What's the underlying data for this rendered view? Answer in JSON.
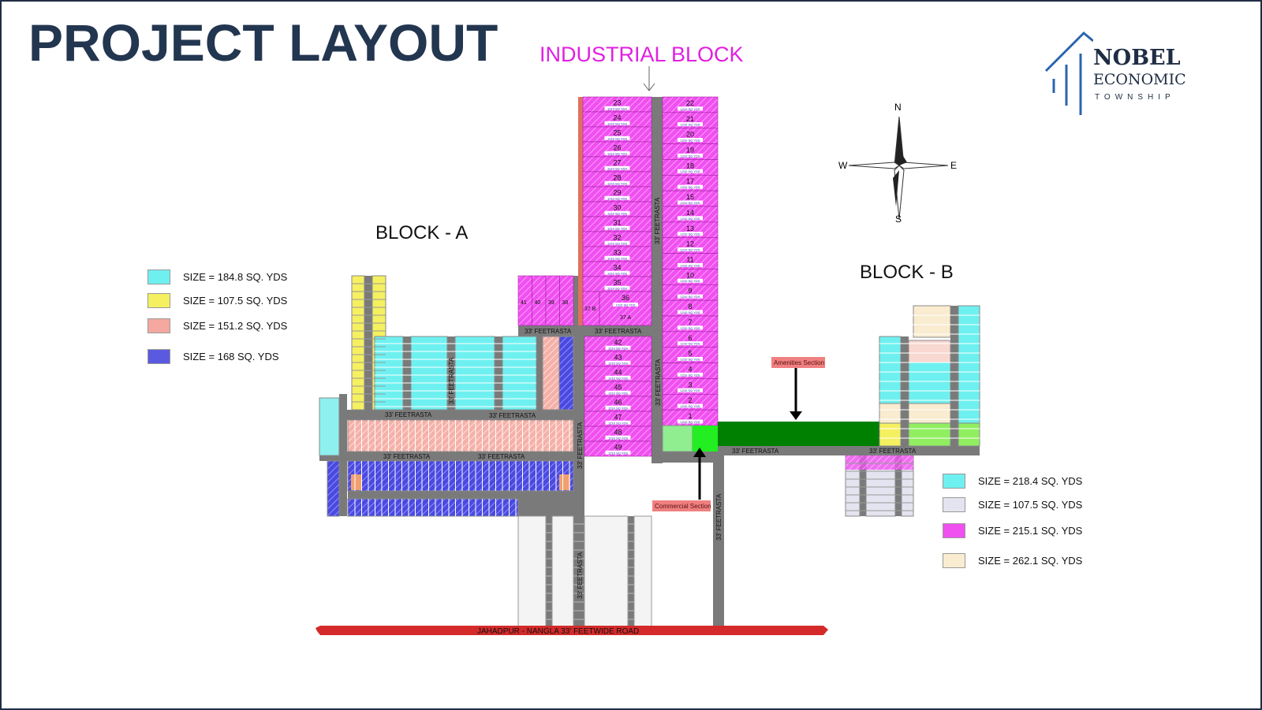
{
  "title": "PROJECT LAYOUT",
  "industrial_label": "INDUSTRIAL BLOCK",
  "block_a": "BLOCK - A",
  "block_b": "BLOCK - B",
  "logo": {
    "line1": "NOBEL",
    "line2": "ECONOMIC",
    "line3": "TOWNSHIP"
  },
  "compass": {
    "n": "N",
    "s": "S",
    "e": "E",
    "w": "W"
  },
  "legend_a": [
    {
      "label": "SIZE  =  184.8  SQ. YDS",
      "color": "#6ff0f0"
    },
    {
      "label": "SIZE = 107.5  SQ. YDS",
      "color": "#f5f060"
    },
    {
      "label": "SIZE = 151.2  SQ. YDS",
      "color": "#f5a8a0"
    },
    {
      "label": "SIZE = 168  SQ. YDS",
      "color": "#5a5ae0"
    }
  ],
  "legend_b": [
    {
      "label": "SIZE  =  218.4   SQ.  YDS",
      "color": "#6ff0f0"
    },
    {
      "label": "SIZE  = 107.5  SQ. YDS",
      "color": "#e4e4f0"
    },
    {
      "label": "SIZE = 215.1  SQ. YDS",
      "color": "#f050f0"
    },
    {
      "label": "SIZE = 262.1  SQ. YDS",
      "color": "#faecd0"
    }
  ],
  "industrial": {
    "left_upper": [
      "23",
      "24",
      "25",
      "26",
      "27",
      "28",
      "29",
      "30",
      "31",
      "32",
      "33",
      "34",
      "35"
    ],
    "left_36": "36",
    "left_37a": "37 A",
    "left_37b": "37 B",
    "left_lower": [
      "42",
      "43",
      "44",
      "45",
      "46",
      "47",
      "48",
      "49"
    ],
    "right": [
      "22",
      "21",
      "20",
      "19",
      "18",
      "17",
      "15",
      "14",
      "13",
      "12",
      "11",
      "10",
      "9",
      "8",
      "7",
      "6",
      "5",
      "4",
      "3",
      "2",
      "1"
    ],
    "block41": [
      "41",
      "40",
      "39",
      "38"
    ],
    "plot_size": "1210 SQ YDS"
  },
  "roads": {
    "feetrasta": "33' FEETRASTA",
    "main_road": "JAHADPUR - NANGLA 33' FEETWIDE ROAD"
  },
  "sections": {
    "amenities": "Amenities Section",
    "commercial": "Commercial Section"
  }
}
